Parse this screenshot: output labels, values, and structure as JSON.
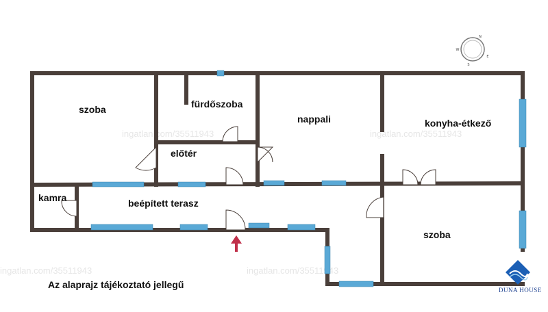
{
  "rooms": {
    "szoba_1": "szoba",
    "furdoszoba": "fürdőszoba",
    "nappali": "nappali",
    "konyha": "konyha-étkező",
    "eloter": "előtér",
    "kamra": "kamra",
    "terasz": "beépített terasz",
    "szoba_2": "szoba"
  },
  "watermark": "ingatlan.com/35511943",
  "note": "Az alaprajz tájékoztató jellegű",
  "brand": "DUNA HOUSE",
  "colors": {
    "wall": "#4a3f3a",
    "window": "#5aa9d6",
    "entrance_arrow": "#c0304a",
    "brand_blue": "#1b5fb5"
  },
  "icons": {
    "compass": "compass-icon",
    "entrance": "entrance-arrow-icon",
    "logo": "duna-house-logo-icon"
  }
}
